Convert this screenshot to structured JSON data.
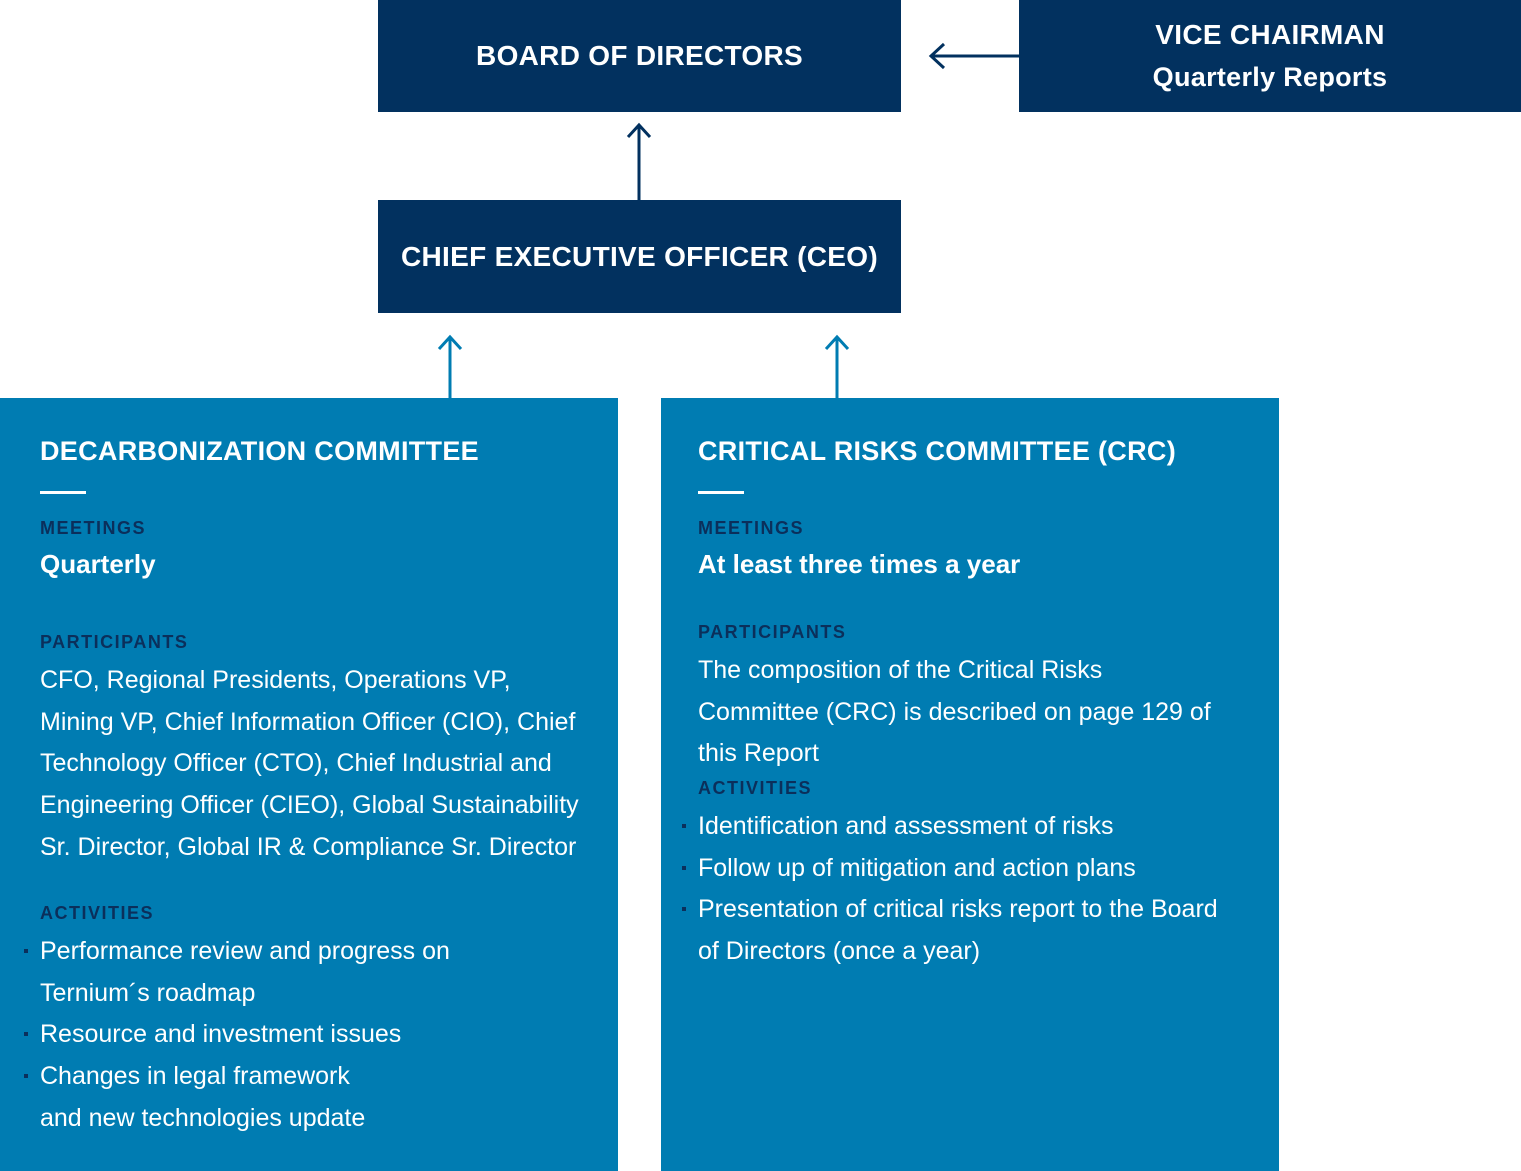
{
  "board": {
    "title": "BOARD OF DIRECTORS"
  },
  "vice_chairman": {
    "title": "VICE CHAIRMAN",
    "subtitle": "Quarterly Reports"
  },
  "ceo": {
    "title": "CHIEF EXECUTIVE OFFICER (CEO)"
  },
  "colors": {
    "navy": "#02315f",
    "blue": "#007cb2",
    "label": "#0b2f5b",
    "text": "#ffffff"
  },
  "decarbonization": {
    "title": "DECARBONIZATION COMMITTEE",
    "meetings_label": "MEETINGS",
    "meetings_value": "Quarterly",
    "participants_label": "PARTICIPANTS",
    "participants_text": "CFO, Regional Presidents, Operations VP, Mining VP, Chief Information Officer (CIO), Chief Technology Officer (CTO), Chief Industrial and Engineering Officer (CIEO), Global Sustainability Sr. Director, Global IR & Compliance Sr. Director",
    "activities_label": "ACTIVITIES",
    "activities": [
      "Performance review and progress on Ternium´s roadmap",
      "Resource and investment issues",
      "Changes in legal framework and new technologies update"
    ]
  },
  "crc": {
    "title": "CRITICAL RISKS COMMITTEE  (CRC)",
    "meetings_label": "MEETINGS",
    "meetings_value": "At least three times a year",
    "participants_label": "PARTICIPANTS",
    "participants_text": "The composition of the Critical Risks Committee (CRC) is described on page 129 of this Report",
    "activities_label": "ACTIVITIES",
    "activities": [
      "Identification and assessment of risks",
      "Follow up of mitigation and action plans",
      "Presentation of critical risks report to the Board of Directors (once a year)"
    ]
  }
}
